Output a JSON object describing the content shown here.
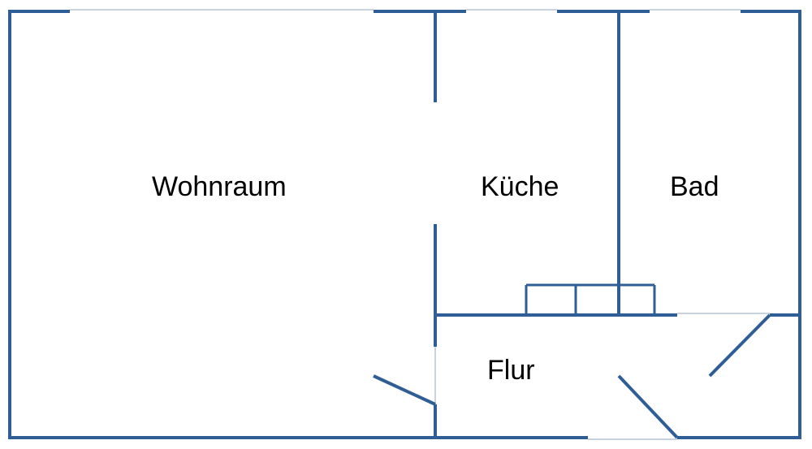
{
  "floorplan": {
    "rooms": {
      "wohnraum": "Wohnraum",
      "kueche": "Küche",
      "bad": "Bad",
      "flur": "Flur"
    },
    "colors": {
      "wall": "#2f5e97",
      "window": "#b7c4d6",
      "label": "#000000",
      "background": "#ffffff"
    }
  }
}
